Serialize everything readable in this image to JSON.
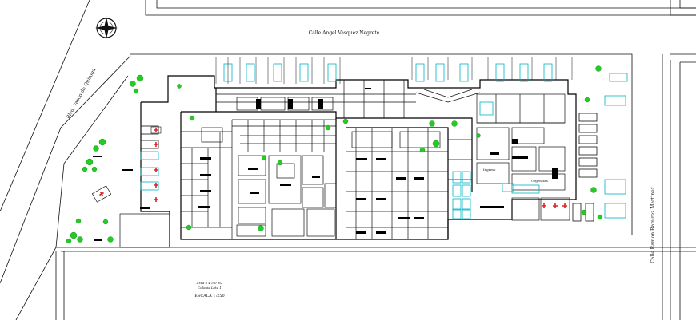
{
  "streets": {
    "top": "Calle Angel Vasquez Negrete",
    "left": "Blvd. Vasco de Quiroga",
    "right": "Calle Ramon Ramirez Martinez"
  },
  "plan_labels": {
    "area_line": "Area 6 4 5 0 m2",
    "location_line": "Colonia Lote 1",
    "scale": "ESCALA 1:250",
    "room_tag_1": "Ingreso",
    "room_tag_2": "Urgencias"
  },
  "colors": {
    "line": "#111111",
    "wall": "#000000",
    "vegetation": "#22cc22",
    "parking": "#00b4c8",
    "ambulance_cross": "#e02020"
  },
  "icons": [
    "north-arrow-icon",
    "tree-icon",
    "ambulance-icon",
    "parking-stall-icon"
  ]
}
